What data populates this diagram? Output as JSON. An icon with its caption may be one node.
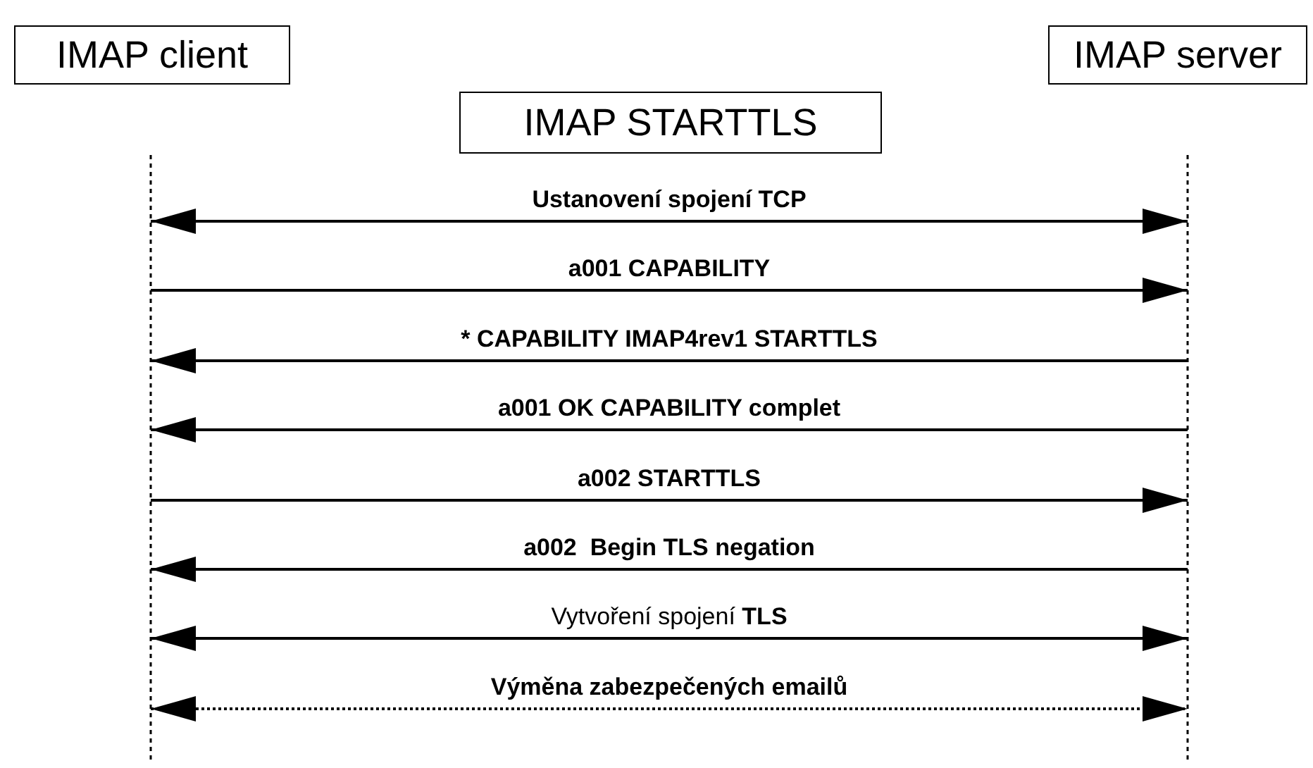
{
  "diagram": {
    "nodes": [
      {
        "text": [
          "IMAP client"
        ]
      },
      {
        "text": [
          "IMAP server"
        ]
      },
      {
        "text": [
          "IMAP STARTTLS"
        ]
      }
    ],
    "edges": [
      {
        "from": 0,
        "to": 1,
        "arrow": "both",
        "label": "Ustanovení spojení TCP"
      },
      {
        "from": 0,
        "to": 1,
        "arrow": "to",
        "label": "a001 CAPABILITY"
      },
      {
        "from": 1,
        "to": 0,
        "arrow": "to",
        "label": "* CAPABILITY IMAP4rev1 STARTTLS"
      },
      {
        "from": 1,
        "to": 0,
        "arrow": "to",
        "label": "a001 OK CAPABILITY complet"
      },
      {
        "from": 0,
        "to": 1,
        "arrow": "to",
        "label": "a002 STARTTLS"
      },
      {
        "from": 1,
        "to": 0,
        "arrow": "to",
        "label": "a002  Begin TLS negation"
      },
      {
        "from": 0,
        "to": 1,
        "arrow": "both",
        "label": "Vytvoření spojení **TLS**"
      },
      {
        "from": 0,
        "to": 1,
        "arrow": "both",
        "label": "Výměna zabezpečených emailů",
        "style": "dashed"
      }
    ]
  }
}
